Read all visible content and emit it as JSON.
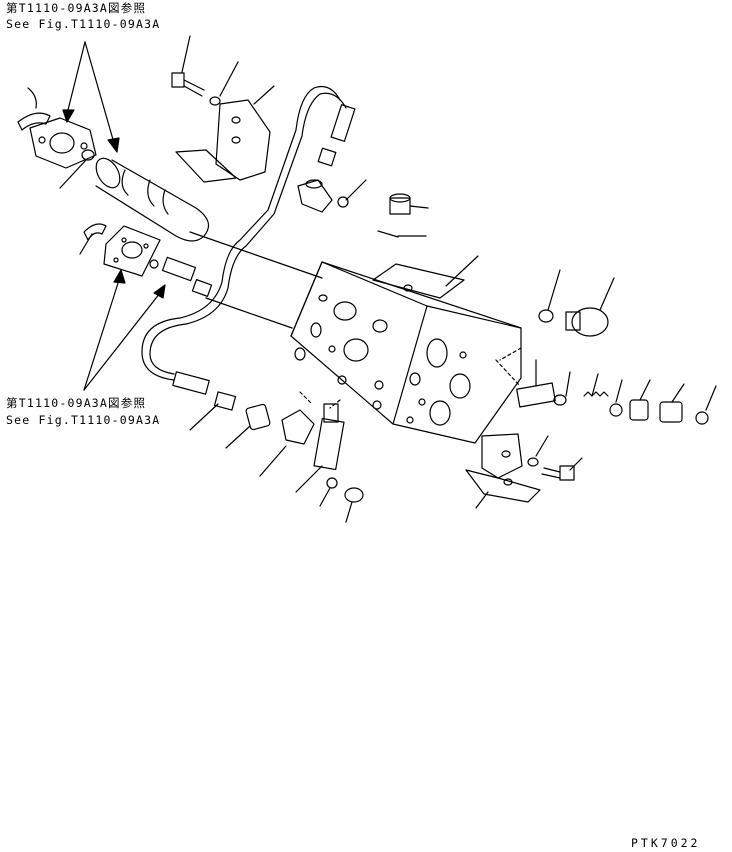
{
  "references": {
    "top_jp": "第T1110-09A3A図参照",
    "top_en": "See Fig.T1110-09A3A",
    "bottom_jp": "第T1110-09A3A図参照",
    "bottom_en": "See Fig.T1110-09A3A"
  },
  "drawing_code": "PTK7022",
  "colors": {
    "line": "#000000",
    "background": "#ffffff"
  }
}
